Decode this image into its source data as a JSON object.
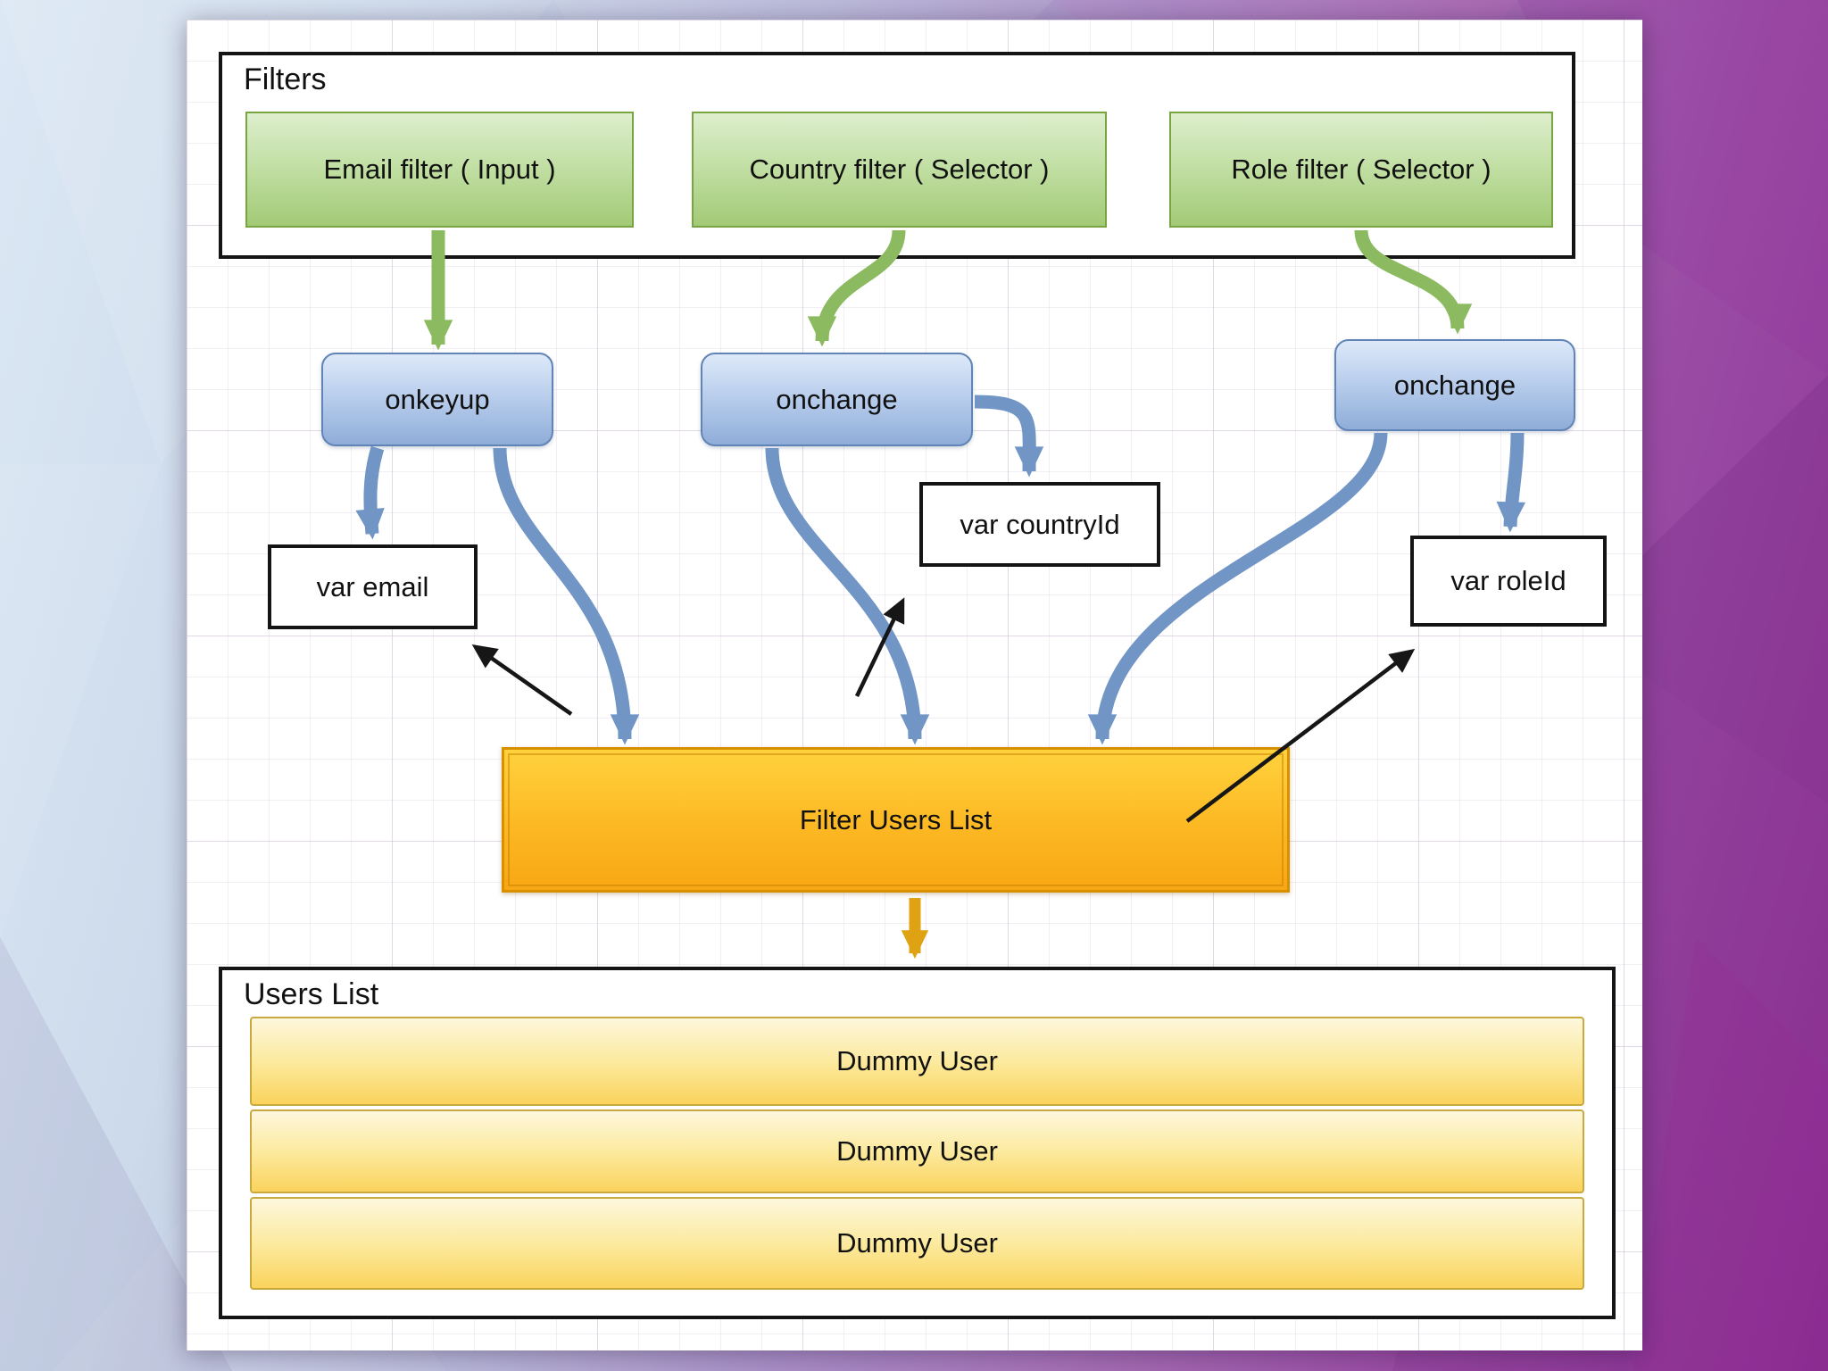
{
  "filters_section": {
    "title": "Filters",
    "email_filter": "Email filter ( Input )",
    "country_filter": "Country filter ( Selector )",
    "role_filter": "Role filter ( Selector )"
  },
  "event_handlers": {
    "email": "onkeyup",
    "country": "onchange",
    "role": "onchange"
  },
  "variables": {
    "email": "var email",
    "country": "var countryId",
    "role": "var roleId"
  },
  "filter_users_list": {
    "label": "Filter Users List"
  },
  "users_list_section": {
    "title": "Users List",
    "rows": [
      "Dummy User",
      "Dummy User",
      "Dummy User"
    ]
  },
  "colors": {
    "filter_box_green": "#a5cc79",
    "event_box_blue": "#9db9e0",
    "action_box_orange": "#fbb21d",
    "user_row_yellow": "#fad45e",
    "arrow_green": "#8cba60",
    "arrow_blue": "#7195c5",
    "arrow_gold": "#dfa212",
    "arrow_black": "#161616",
    "background_blue": "#d7e4f1",
    "background_purple": "#8e3196"
  }
}
